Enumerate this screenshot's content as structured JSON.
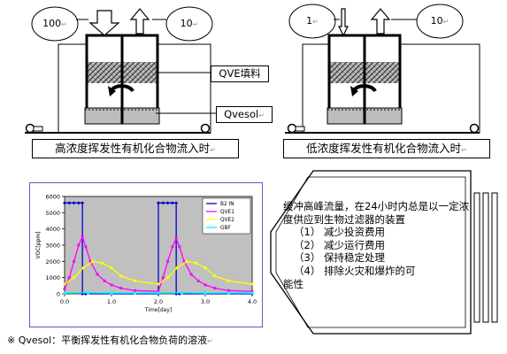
{
  "left_unit": {
    "inflow_value": "100",
    "outflow_value": "10",
    "packing_label": "QVE填料",
    "solvent_label": "Qvesol",
    "caption": "高浓度挥发性有机化合物流入时"
  },
  "right_unit": {
    "inflow_value": "1",
    "outflow_value": "10",
    "caption": "低浓度挥发性有机化合物流入时"
  },
  "description": {
    "intro": "缓冲高峰流量，在24小时内总是以一定浓度供应到生物过滤器的装置",
    "items": [
      "（1）  减少投资费用",
      "（2）  减少运行费用",
      "（3）  保持稳定处理",
      "（4）  排除火灾和爆炸的可"
    ],
    "tail": "能性"
  },
  "footnote": "※ Qvesol：平衡挥发性有机化合物负荷的溶液",
  "chart_data": {
    "type": "line",
    "xlabel": "Time[day]",
    "ylabel": "VOC[ppm]",
    "xlim": [
      0,
      4
    ],
    "ylim": [
      0,
      6000
    ],
    "xticks": [
      "0.0",
      "1.0",
      "2.0",
      "3.0",
      "4.0"
    ],
    "yticks": [
      "0",
      "1000",
      "2000",
      "3000",
      "4000",
      "5000",
      "6000"
    ],
    "plot_background": "#c0c0c0",
    "legend_position": "top-right",
    "series": [
      {
        "name": "B2 IN",
        "color": "#0000cc",
        "x": [
          0,
          0.1,
          0.2,
          0.3,
          0.38,
          0.38,
          0.45,
          2.0,
          2.0,
          2.1,
          2.2,
          2.3,
          2.38,
          2.38,
          2.45,
          4.0
        ],
        "y": [
          5600,
          5600,
          5600,
          5600,
          5600,
          0,
          0,
          0,
          5600,
          5600,
          5600,
          5600,
          5600,
          0,
          0,
          0
        ]
      },
      {
        "name": "QVE1",
        "color": "#ff00ff",
        "x": [
          0,
          0.1,
          0.2,
          0.3,
          0.38,
          0.45,
          0.55,
          0.7,
          0.85,
          1.0,
          1.2,
          1.5,
          2.0,
          2.1,
          2.2,
          2.3,
          2.38,
          2.45,
          2.55,
          2.7,
          2.85,
          3.0,
          3.2,
          3.5,
          4.0
        ],
        "y": [
          300,
          1000,
          2000,
          3000,
          3500,
          2900,
          2000,
          1200,
          800,
          550,
          350,
          200,
          150,
          1000,
          2000,
          2900,
          3400,
          2900,
          2000,
          1200,
          800,
          550,
          350,
          200,
          150
        ]
      },
      {
        "name": "QVE2",
        "color": "#ffff00",
        "x": [
          0,
          0.2,
          0.4,
          0.6,
          0.8,
          1.0,
          1.2,
          1.5,
          2.0,
          2.2,
          2.4,
          2.6,
          2.8,
          3.0,
          3.2,
          3.5,
          4.0
        ],
        "y": [
          600,
          1000,
          1600,
          2000,
          1900,
          1600,
          1100,
          800,
          600,
          1000,
          1600,
          2000,
          1900,
          1600,
          1100,
          800,
          600
        ]
      },
      {
        "name": "GBF",
        "color": "#00ffff",
        "x": [
          0,
          0.5,
          1.0,
          1.5,
          2.0,
          2.5,
          3.0,
          3.5,
          4.0
        ],
        "y": [
          50,
          60,
          50,
          50,
          50,
          60,
          50,
          50,
          50
        ]
      }
    ]
  }
}
